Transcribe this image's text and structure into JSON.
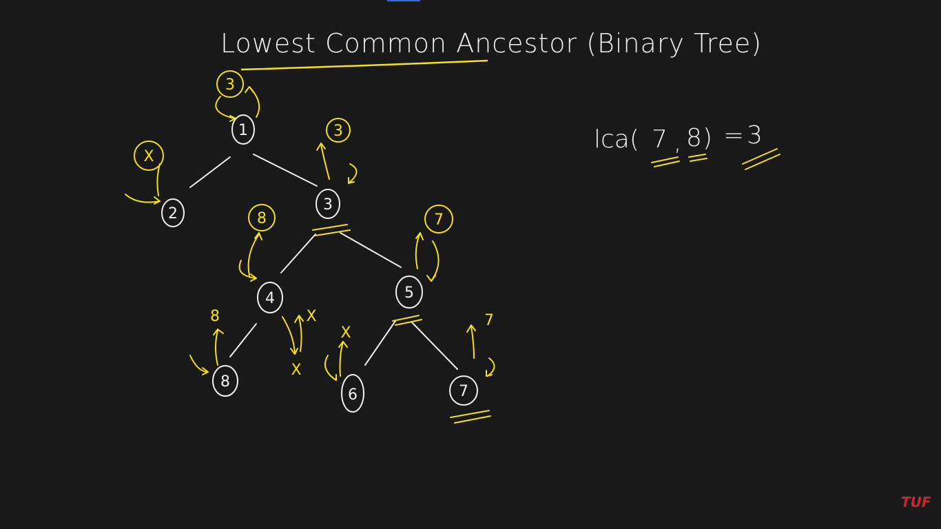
{
  "title": "Lowest Common Ancestor (Binary Tree)",
  "note": {
    "prefix": "lca(",
    "arg1": "7",
    "comma": ",",
    "arg2": "8",
    "suffix": ")",
    "equals": "=",
    "result": "3"
  },
  "tree": {
    "nodes": [
      {
        "id": "n1",
        "label": "1",
        "return": "3"
      },
      {
        "id": "n2",
        "label": "2",
        "return": "X"
      },
      {
        "id": "n3",
        "label": "3",
        "return": "3"
      },
      {
        "id": "n4",
        "label": "4",
        "return": "8"
      },
      {
        "id": "n5",
        "label": "5",
        "return": "7"
      },
      {
        "id": "n8",
        "label": "8",
        "return": "8"
      },
      {
        "id": "n6",
        "label": "6",
        "return": "X"
      },
      {
        "id": "n7",
        "label": "7",
        "return": "7"
      }
    ],
    "null_return_4_right": "X",
    "null_return_4_right_top": "X"
  },
  "colors": {
    "background": "#1a1919",
    "chalk": "#f2f2f2",
    "highlight": "#f5e11c",
    "watermark": "#c8282d"
  },
  "watermark": "TUF"
}
